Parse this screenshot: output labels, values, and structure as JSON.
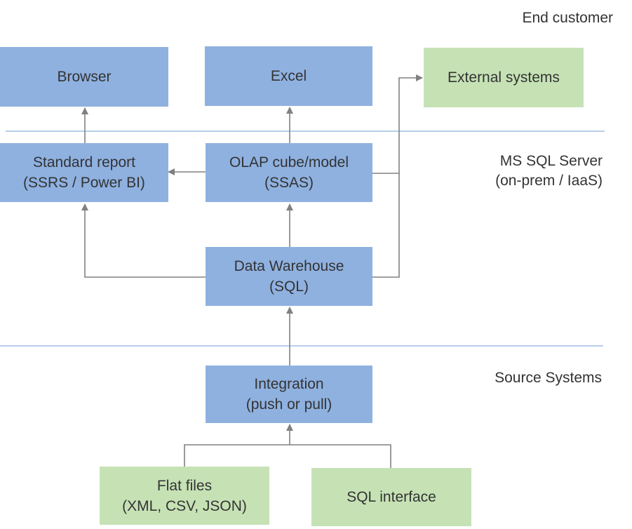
{
  "labels": {
    "end_customer": "End customer",
    "ms_sql_server": {
      "line1": "MS SQL Server",
      "line2": "(on-prem / IaaS)"
    },
    "source_systems": "Source Systems"
  },
  "nodes": {
    "browser": {
      "line1": "Browser"
    },
    "excel": {
      "line1": "Excel"
    },
    "external_systems": {
      "line1": "External systems"
    },
    "standard_report": {
      "line1": "Standard report",
      "line2": "(SSRS / Power BI)"
    },
    "olap_cube": {
      "line1": "OLAP cube/model",
      "line2": "(SSAS)"
    },
    "data_warehouse": {
      "line1": "Data Warehouse",
      "line2": "(SQL)"
    },
    "integration": {
      "line1": "Integration",
      "line2": "(push or pull)"
    },
    "flat_files": {
      "line1": "Flat files",
      "line2": "(XML, CSV, JSON)"
    },
    "sql_interface": {
      "line1": "SQL interface"
    }
  },
  "colors": {
    "platform_box": "#8fb1e0",
    "external_box": "#c6e2b5",
    "divider": "#8fb1e0",
    "connector": "#808080"
  }
}
